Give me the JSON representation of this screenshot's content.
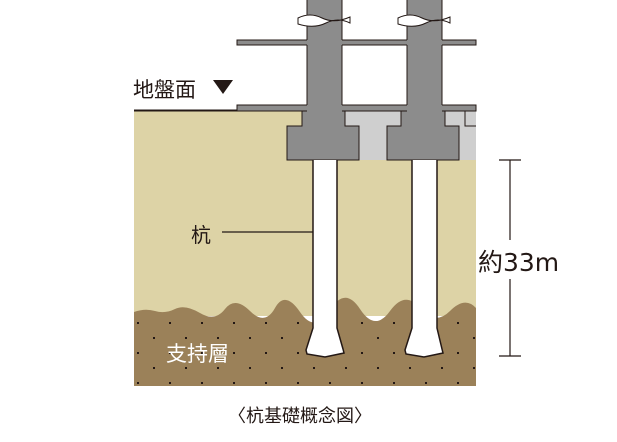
{
  "labels": {
    "ground_level": "地盤面",
    "pile": "杭",
    "depth": "約33m",
    "bearing_layer": "支持層",
    "caption": "〈杭基礎概念図〉"
  },
  "colors": {
    "soil": "#ddd3a6",
    "bearing": "#9b8159",
    "concrete": "#8c8c8c",
    "light_gray": "#cfcfcf",
    "line": "#231815"
  }
}
